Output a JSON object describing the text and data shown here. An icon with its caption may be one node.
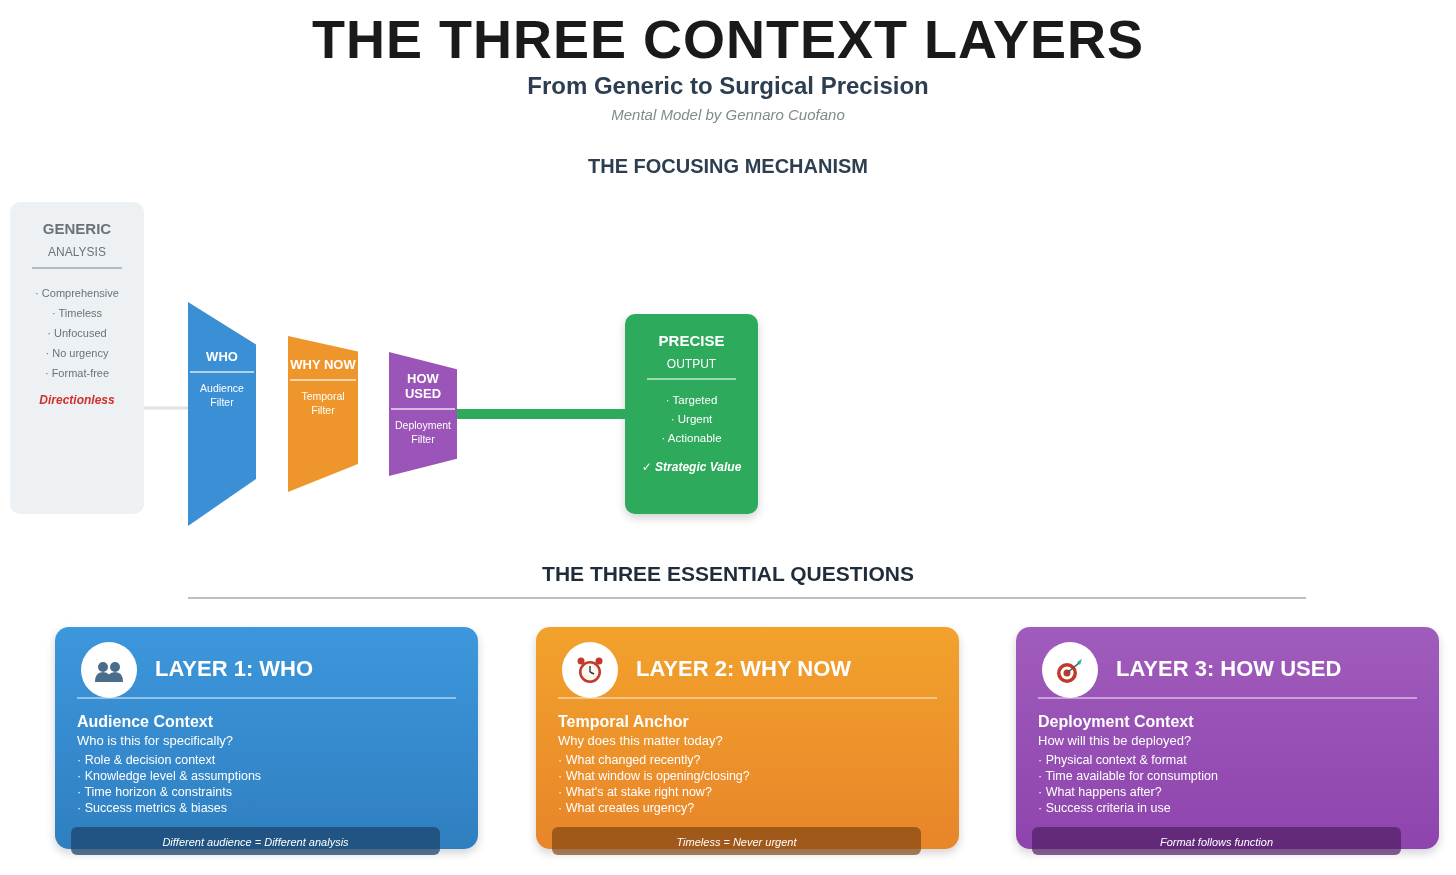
{
  "diagram": {
    "title": "THE THREE CONTEXT LAYERS",
    "nodes": [
      {
        "text": [
          "GENERIC",
          "ANALYSIS",
          "· Comprehensive",
          "· Timeless",
          "· Unfocused",
          "· No urgency",
          "· Format-free",
          "Directionless"
        ]
      },
      {
        "text": [
          "WHO",
          "Audience Filter"
        ]
      },
      {
        "text": [
          "WHY NOW",
          "Temporal Filter"
        ]
      },
      {
        "text": [
          "HOW USED",
          "Deployment Filter"
        ]
      },
      {
        "text": [
          "PRECISE",
          "OUTPUT",
          "· Targeted",
          "· Urgent",
          "· Actionable",
          "✓ Strategic Value"
        ]
      },
      {
        "text": [
          "LAYER 1: WHO",
          "Audience Context",
          "Who is this for specifically?",
          "· Role & decision context",
          "· Knowledge level & assumptions",
          "· Time horizon & constraints",
          "· Success metrics & biases",
          "Different audience = Different analysis"
        ]
      },
      {
        "text": [
          "LAYER 2: WHY NOW",
          "Temporal Anchor",
          "Why does this matter today?",
          "· What changed recently?",
          "· What window is opening/closing?",
          "· What's at stake right now?",
          "· What creates urgency?",
          "Timeless = Never urgent"
        ]
      },
      {
        "text": [
          "LAYER 3: HOW USED",
          "Deployment Context",
          "How will this be deployed?",
          "· Physical context & format",
          "· Time available for consumption",
          "· What happens after?",
          "· Success criteria in use",
          "Format follows function"
        ]
      }
    ],
    "edges": [
      {
        "from": 0,
        "to": 1,
        "arrow": "none",
        "color": "#dde2e6"
      },
      {
        "from": 3,
        "to": 4,
        "arrow": "none",
        "style": "thick",
        "color": "#2eaa5c"
      }
    ],
    "labels": [
      "From Generic to Surgical Precision",
      "Mental Model by Gennaro Cuofano",
      "THE FOCUSING MECHANISM",
      "THE THREE ESSENTIAL QUESTIONS"
    ]
  }
}
